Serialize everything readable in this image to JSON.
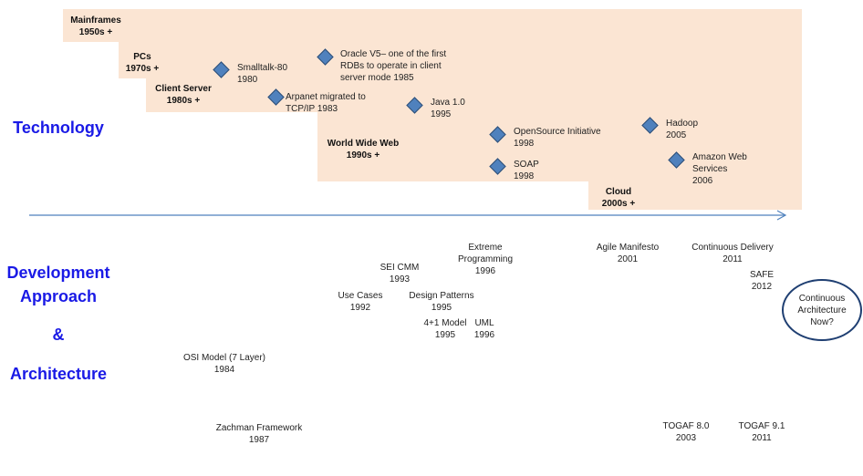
{
  "eras": [
    {
      "name": "Mainframes",
      "period": "1950s +"
    },
    {
      "name": "PCs",
      "period": "1970s +"
    },
    {
      "name": "Client Server",
      "period": "1980s +"
    },
    {
      "name": "World Wide Web",
      "period": "1990s +"
    },
    {
      "name": "Cloud",
      "period": "2000s +"
    }
  ],
  "technology": {
    "heading": "Technology",
    "events": [
      {
        "lines": [
          "Smalltalk-80",
          "1980"
        ]
      },
      {
        "lines": [
          "Oracle V5– one of the first",
          "RDBs to operate in client",
          "server mode 1985"
        ]
      },
      {
        "lines": [
          "Arpanet migrated to",
          "TCP/IP 1983"
        ]
      },
      {
        "lines": [
          "Java 1.0",
          "1995"
        ]
      },
      {
        "lines": [
          "OpenSource Initiative",
          "1998"
        ]
      },
      {
        "lines": [
          "SOAP",
          "1998"
        ]
      },
      {
        "lines": [
          "Hadoop",
          "2005"
        ]
      },
      {
        "lines": [
          "Amazon Web",
          "Services",
          "2006"
        ]
      }
    ]
  },
  "left_labels": {
    "development": "Development",
    "approach": "Approach",
    "ampersand": "&",
    "architecture": "Architecture"
  },
  "milestones": [
    {
      "lines": [
        "Extreme",
        "Programming",
        "1996"
      ]
    },
    {
      "lines": [
        "Agile Manifesto",
        "2001"
      ]
    },
    {
      "lines": [
        "Continuous Delivery",
        "2011"
      ]
    },
    {
      "lines": [
        "SEI CMM",
        "1993"
      ]
    },
    {
      "lines": [
        "SAFE",
        "2012"
      ]
    },
    {
      "lines": [
        "Use Cases",
        "1992"
      ]
    },
    {
      "lines": [
        "Design Patterns",
        "1995"
      ]
    },
    {
      "lines": [
        "4+1 Model",
        "1995"
      ]
    },
    {
      "lines": [
        "UML",
        "1996"
      ]
    },
    {
      "lines": [
        "OSI Model (7 Layer)",
        "1984"
      ]
    },
    {
      "lines": [
        "Zachman Framework",
        "1987"
      ]
    },
    {
      "lines": [
        "TOGAF 8.0",
        "2003"
      ]
    },
    {
      "lines": [
        "TOGAF 9.1",
        "2011"
      ]
    }
  ],
  "future": {
    "lines": [
      "Continuous",
      "Architecture",
      "Now?"
    ]
  },
  "colors": {
    "band": "#fbe5d3",
    "diamond": "#4f81bd",
    "heading": "#1a1ae6",
    "arrow": "#4f81bd",
    "circle": "#1f3f72"
  }
}
